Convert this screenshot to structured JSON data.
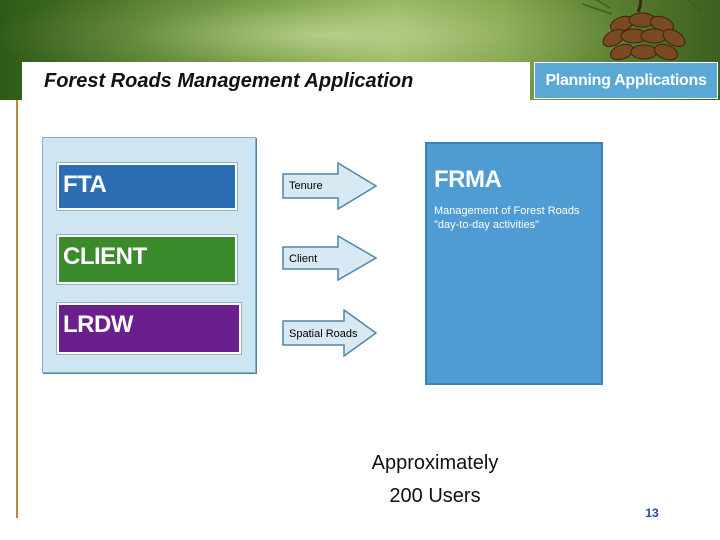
{
  "header": {
    "title": "Forest Roads Management Application",
    "section_label": "Planning Applications"
  },
  "systems": [
    {
      "label": "FTA",
      "color": "#2a6db3"
    },
    {
      "label": "CLIENT",
      "color": "#3b8a2c"
    },
    {
      "label": "LRDW",
      "color": "#6a1f8c"
    }
  ],
  "arrows": [
    {
      "label": "Tenure"
    },
    {
      "label": "Client"
    },
    {
      "label": "Spatial Roads"
    }
  ],
  "target": {
    "title": "FRMA",
    "description": "Management of Forest Roads \"day-to-day activities\"",
    "color": "#4f9bd3"
  },
  "footer": {
    "users_line1": "Approximately",
    "users_line2": "200 Users",
    "page_number": "13"
  }
}
